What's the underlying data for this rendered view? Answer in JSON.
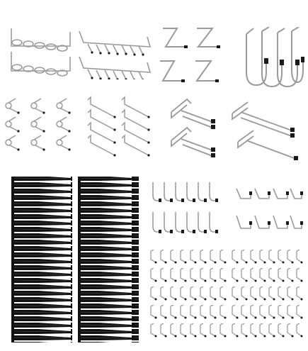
{
  "colors": {
    "background": "#ffffff",
    "metal": "#9a9a9a",
    "metal_dark": "#6e6e6e",
    "tip": "#1a1a1a",
    "clip_black": "#111111"
  },
  "groups": [
    {
      "name": "ring-hooks",
      "count": 2
    },
    {
      "name": "multi-prong-bars",
      "count": 2
    },
    {
      "name": "zigzag-hangers",
      "count": 4
    },
    {
      "name": "j-hooks",
      "count": 4
    },
    {
      "name": "curl-hooks",
      "count": 12
    },
    {
      "name": "straight-hooks",
      "count": 10
    },
    {
      "name": "double-hooks",
      "count": 2
    },
    {
      "name": "long-double-hooks",
      "count": 2
    },
    {
      "name": "black-clips",
      "count": 2
    },
    {
      "name": "small-hooks",
      "count": 12
    },
    {
      "name": "l-hooks",
      "count": 8
    },
    {
      "name": "mini-hooks-left",
      "count": 40
    },
    {
      "name": "mini-hooks-right",
      "count": 40
    }
  ]
}
